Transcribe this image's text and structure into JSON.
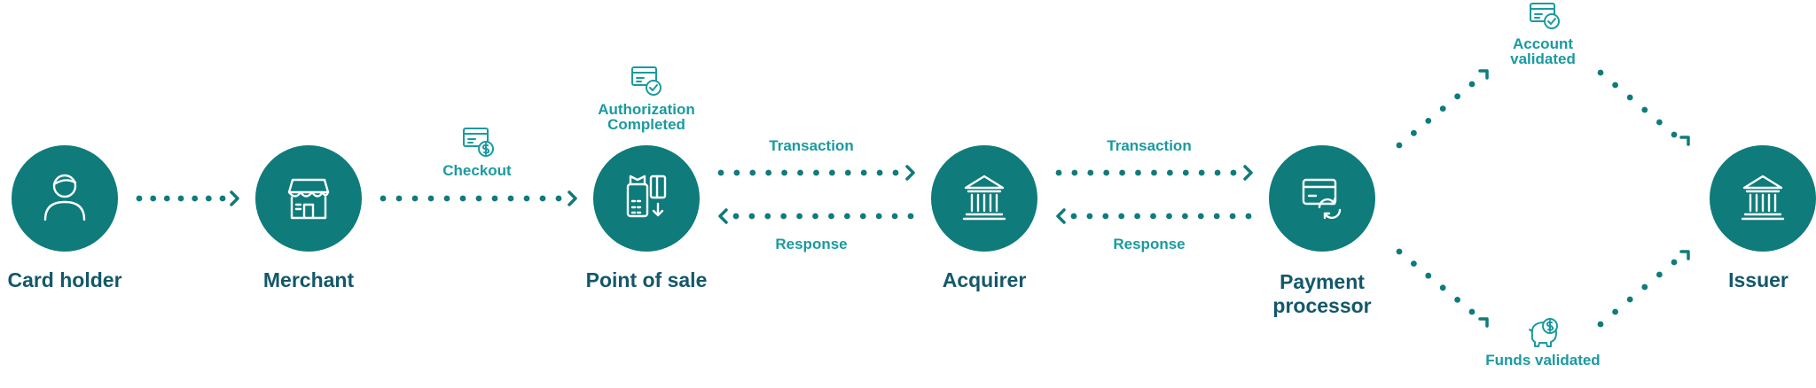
{
  "colors": {
    "node": "#0f7b7b",
    "node_label": "#13586a",
    "edge_label": "#1a9aa0"
  },
  "nodes": {
    "card_holder": "Card holder",
    "merchant": "Merchant",
    "point_of_sale": "Point of sale",
    "acquirer": "Acquirer",
    "payment_processor_1": "Payment",
    "payment_processor_2": "processor",
    "issuer": "Issuer"
  },
  "edges": {
    "checkout": "Checkout",
    "auth_1": "Authorization",
    "auth_2": "Completed",
    "transaction_1": "Transaction",
    "response_1": "Response",
    "transaction_2": "Transaction",
    "response_2": "Response",
    "account_1": "Account",
    "account_2": "validated",
    "funds": "Funds validated"
  },
  "icons": {
    "card_holder": "person-icon",
    "merchant": "storefront-icon",
    "point_of_sale": "pos-terminal-icon",
    "acquirer": "bank-icon",
    "payment_processor": "card-sync-icon",
    "issuer": "bank-icon",
    "checkout": "card-dollar-icon",
    "authorization": "card-check-icon",
    "account_validated": "card-check-icon",
    "funds_validated": "piggy-bank-icon"
  }
}
